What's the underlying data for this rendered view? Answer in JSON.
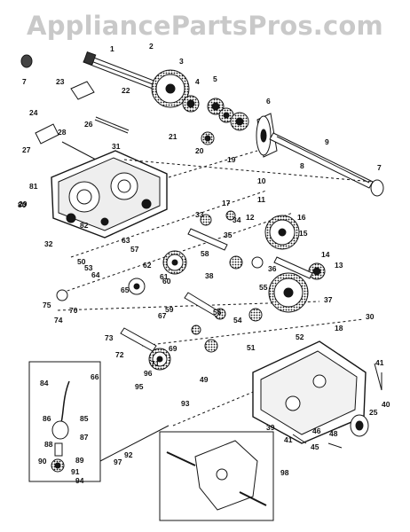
{
  "watermark": "AppliancePartsPros.com",
  "colors": {
    "ink": "#151515",
    "paper": "#ffffff",
    "watermark": "#c9c9c9"
  },
  "callouts": {
    "c1": "1",
    "c2": "2",
    "c3": "3",
    "c4": "4",
    "c5": "5",
    "c6": "6",
    "c7": "7",
    "c8": "8",
    "c9": "9",
    "c10": "10",
    "c11": "11",
    "c12": "12",
    "c13": "13",
    "c14": "14",
    "c15": "15",
    "c16": "16",
    "c17": "17",
    "c18": "18",
    "c19": "19",
    "c20": "20",
    "c21": "21",
    "c22": "22",
    "c23": "23",
    "c24": "24",
    "c25": "25",
    "c26": "26",
    "c27": "27",
    "c28": "28",
    "c29": "29",
    "c30": "30",
    "c31": "31",
    "c32": "32",
    "c33": "33",
    "c34": "34",
    "c35": "35",
    "c36": "36",
    "c37": "37",
    "c38": "38",
    "c39": "39",
    "c40": "40",
    "c41": "41",
    "c45": "45",
    "c46": "46",
    "c48": "48",
    "c49": "49",
    "c50": "50",
    "c51": "51",
    "c52": "52",
    "c53": "53",
    "c54": "54",
    "c55": "55",
    "c56": "56",
    "c57": "57",
    "c58": "58",
    "c59": "59",
    "c60": "60",
    "c61": "61",
    "c62": "62",
    "c63": "63",
    "c64": "64",
    "c65": "65",
    "c66": "66",
    "c67": "67",
    "c69": "69",
    "c70": "70",
    "c71": "71",
    "c72": "72",
    "c73": "73",
    "c74": "74",
    "c75": "75",
    "c80": "80",
    "c81": "81",
    "c82": "82",
    "c84": "84",
    "c85": "85",
    "c86": "86",
    "c87": "87",
    "c88": "88",
    "c89": "89",
    "c90": "90",
    "c91": "91",
    "c92": "92",
    "c93": "93",
    "c94": "94",
    "c95": "95",
    "c96": "96",
    "c97": "97",
    "c98": "98"
  }
}
